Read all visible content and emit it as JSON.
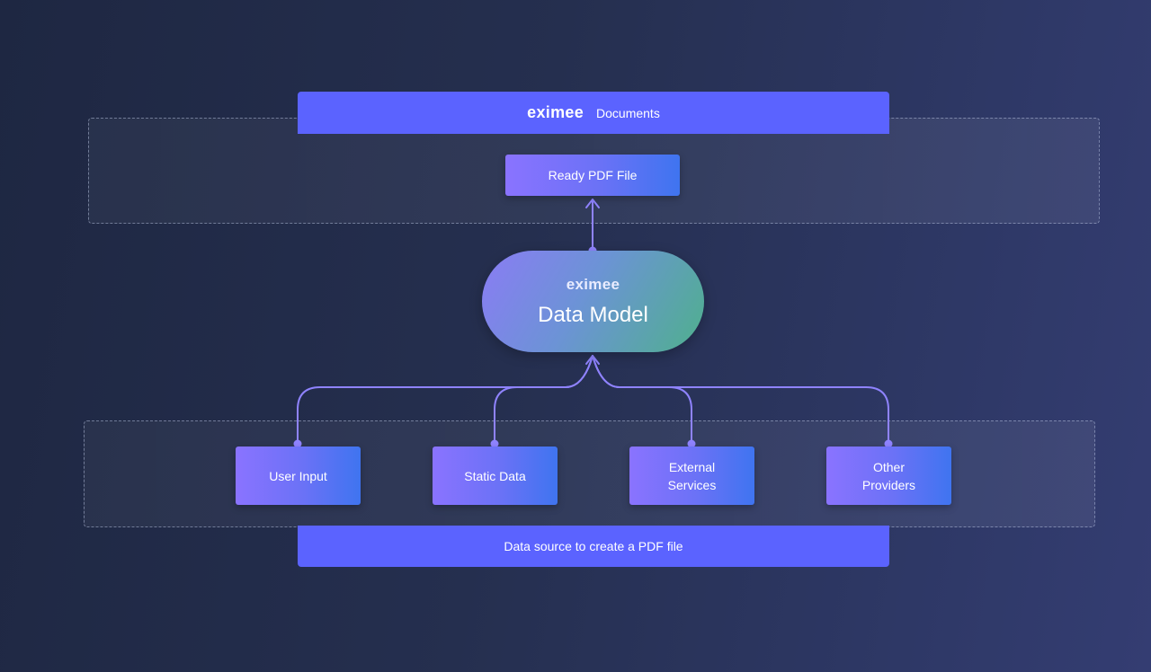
{
  "colors": {
    "banner": "#5b63ff",
    "connector": "#8f83ff",
    "box_gradient_start": "#8a73ff",
    "box_gradient_end": "#3f74f0",
    "pill_gradient_start": "#8a7cf4",
    "pill_gradient_end": "#4fb08d"
  },
  "top_banner": {
    "brand": "eximee",
    "label": "Documents"
  },
  "output_box": {
    "label": "Ready PDF File"
  },
  "data_model": {
    "brand": "eximee",
    "title": "Data Model"
  },
  "sources": [
    {
      "label": "User Input"
    },
    {
      "label": "Static Data"
    },
    {
      "label": "External\nServices"
    },
    {
      "label": "Other\nProviders"
    }
  ],
  "bottom_banner": {
    "label": "Data source to create a PDF file"
  }
}
